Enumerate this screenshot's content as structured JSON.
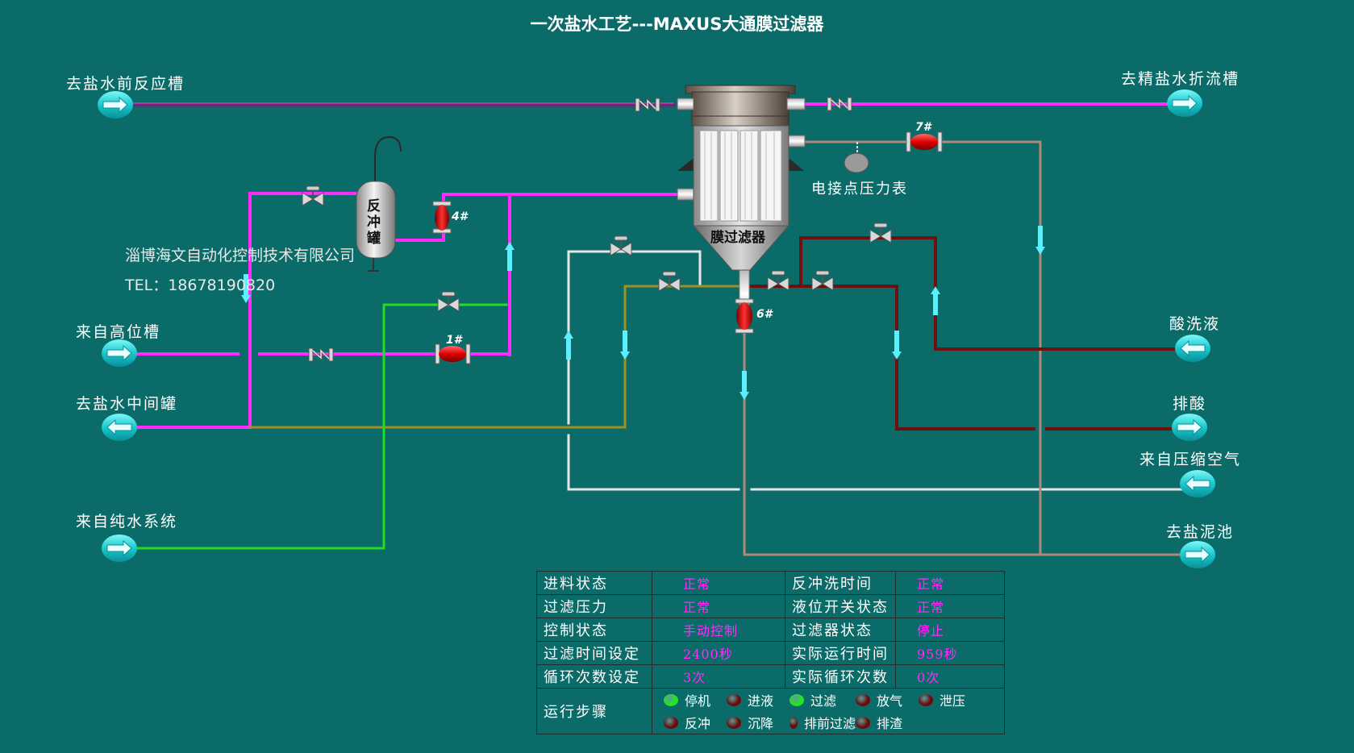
{
  "title": "一次盐水工艺---MAXUS大通膜过滤器",
  "company": {
    "name": "淄博海文自动化控制技术有限公司",
    "tel": "TEL：18678190820"
  },
  "endpoints": {
    "left": [
      "去盐水前反应槽",
      "来自高位槽",
      "去盐水中间罐",
      "来自纯水系统"
    ],
    "right": [
      "去精盐水折流槽",
      "酸洗液",
      "排酸",
      "来自压缩空气",
      "去盐泥池"
    ]
  },
  "equipment": {
    "backwash_tank": "反冲罐",
    "filter": "膜过滤器",
    "pressure_gauge": "电接点压力表"
  },
  "valve_tags": {
    "v1": "1#",
    "v4": "4#",
    "v6": "6#",
    "v7": "7#"
  },
  "status_table": {
    "rows": [
      {
        "label1": "进料状态",
        "value1": "正常",
        "label2": "反冲洗时间",
        "value2": "正常"
      },
      {
        "label1": "过滤压力",
        "value1": "正常",
        "label2": "液位开关状态",
        "value2": "正常"
      },
      {
        "label1": "控制状态",
        "value1": "手动控制",
        "label2": "过滤器状态",
        "value2": "停止"
      },
      {
        "label1": "过滤时间设定",
        "value1": "2400秒",
        "label2": "实际运行时间",
        "value2": "959秒"
      },
      {
        "label1": "循环次数设定",
        "value1": "3次",
        "label2": "实际循环次数",
        "value2": "0次"
      }
    ],
    "steps_label": "运行步骤",
    "steps": [
      {
        "label": "停机",
        "color": "#22e622"
      },
      {
        "label": "进液",
        "color": "#6a0a0a"
      },
      {
        "label": "过滤",
        "color": "#22e622"
      },
      {
        "label": "放气",
        "color": "#6a0a0a"
      },
      {
        "label": "泄压",
        "color": "#6a0a0a"
      },
      {
        "label": "反冲",
        "color": "#6a0a0a"
      },
      {
        "label": "沉降",
        "color": "#6a0a0a"
      },
      {
        "label": "排前过滤",
        "color": "#6a0a0a"
      },
      {
        "label": "排渣",
        "color": "#6a0a0a"
      }
    ]
  },
  "colors": {
    "background": "#0b6b68",
    "brine_pipe": "#ff2bff",
    "pure_water_pipe": "#22dd22",
    "air_pipe": "#e6e6e6",
    "sludge_pipe": "#b08a78",
    "acid_pipe": "#6e1010",
    "olive_pipe": "#a09020",
    "status_value": "#ff2bff"
  }
}
